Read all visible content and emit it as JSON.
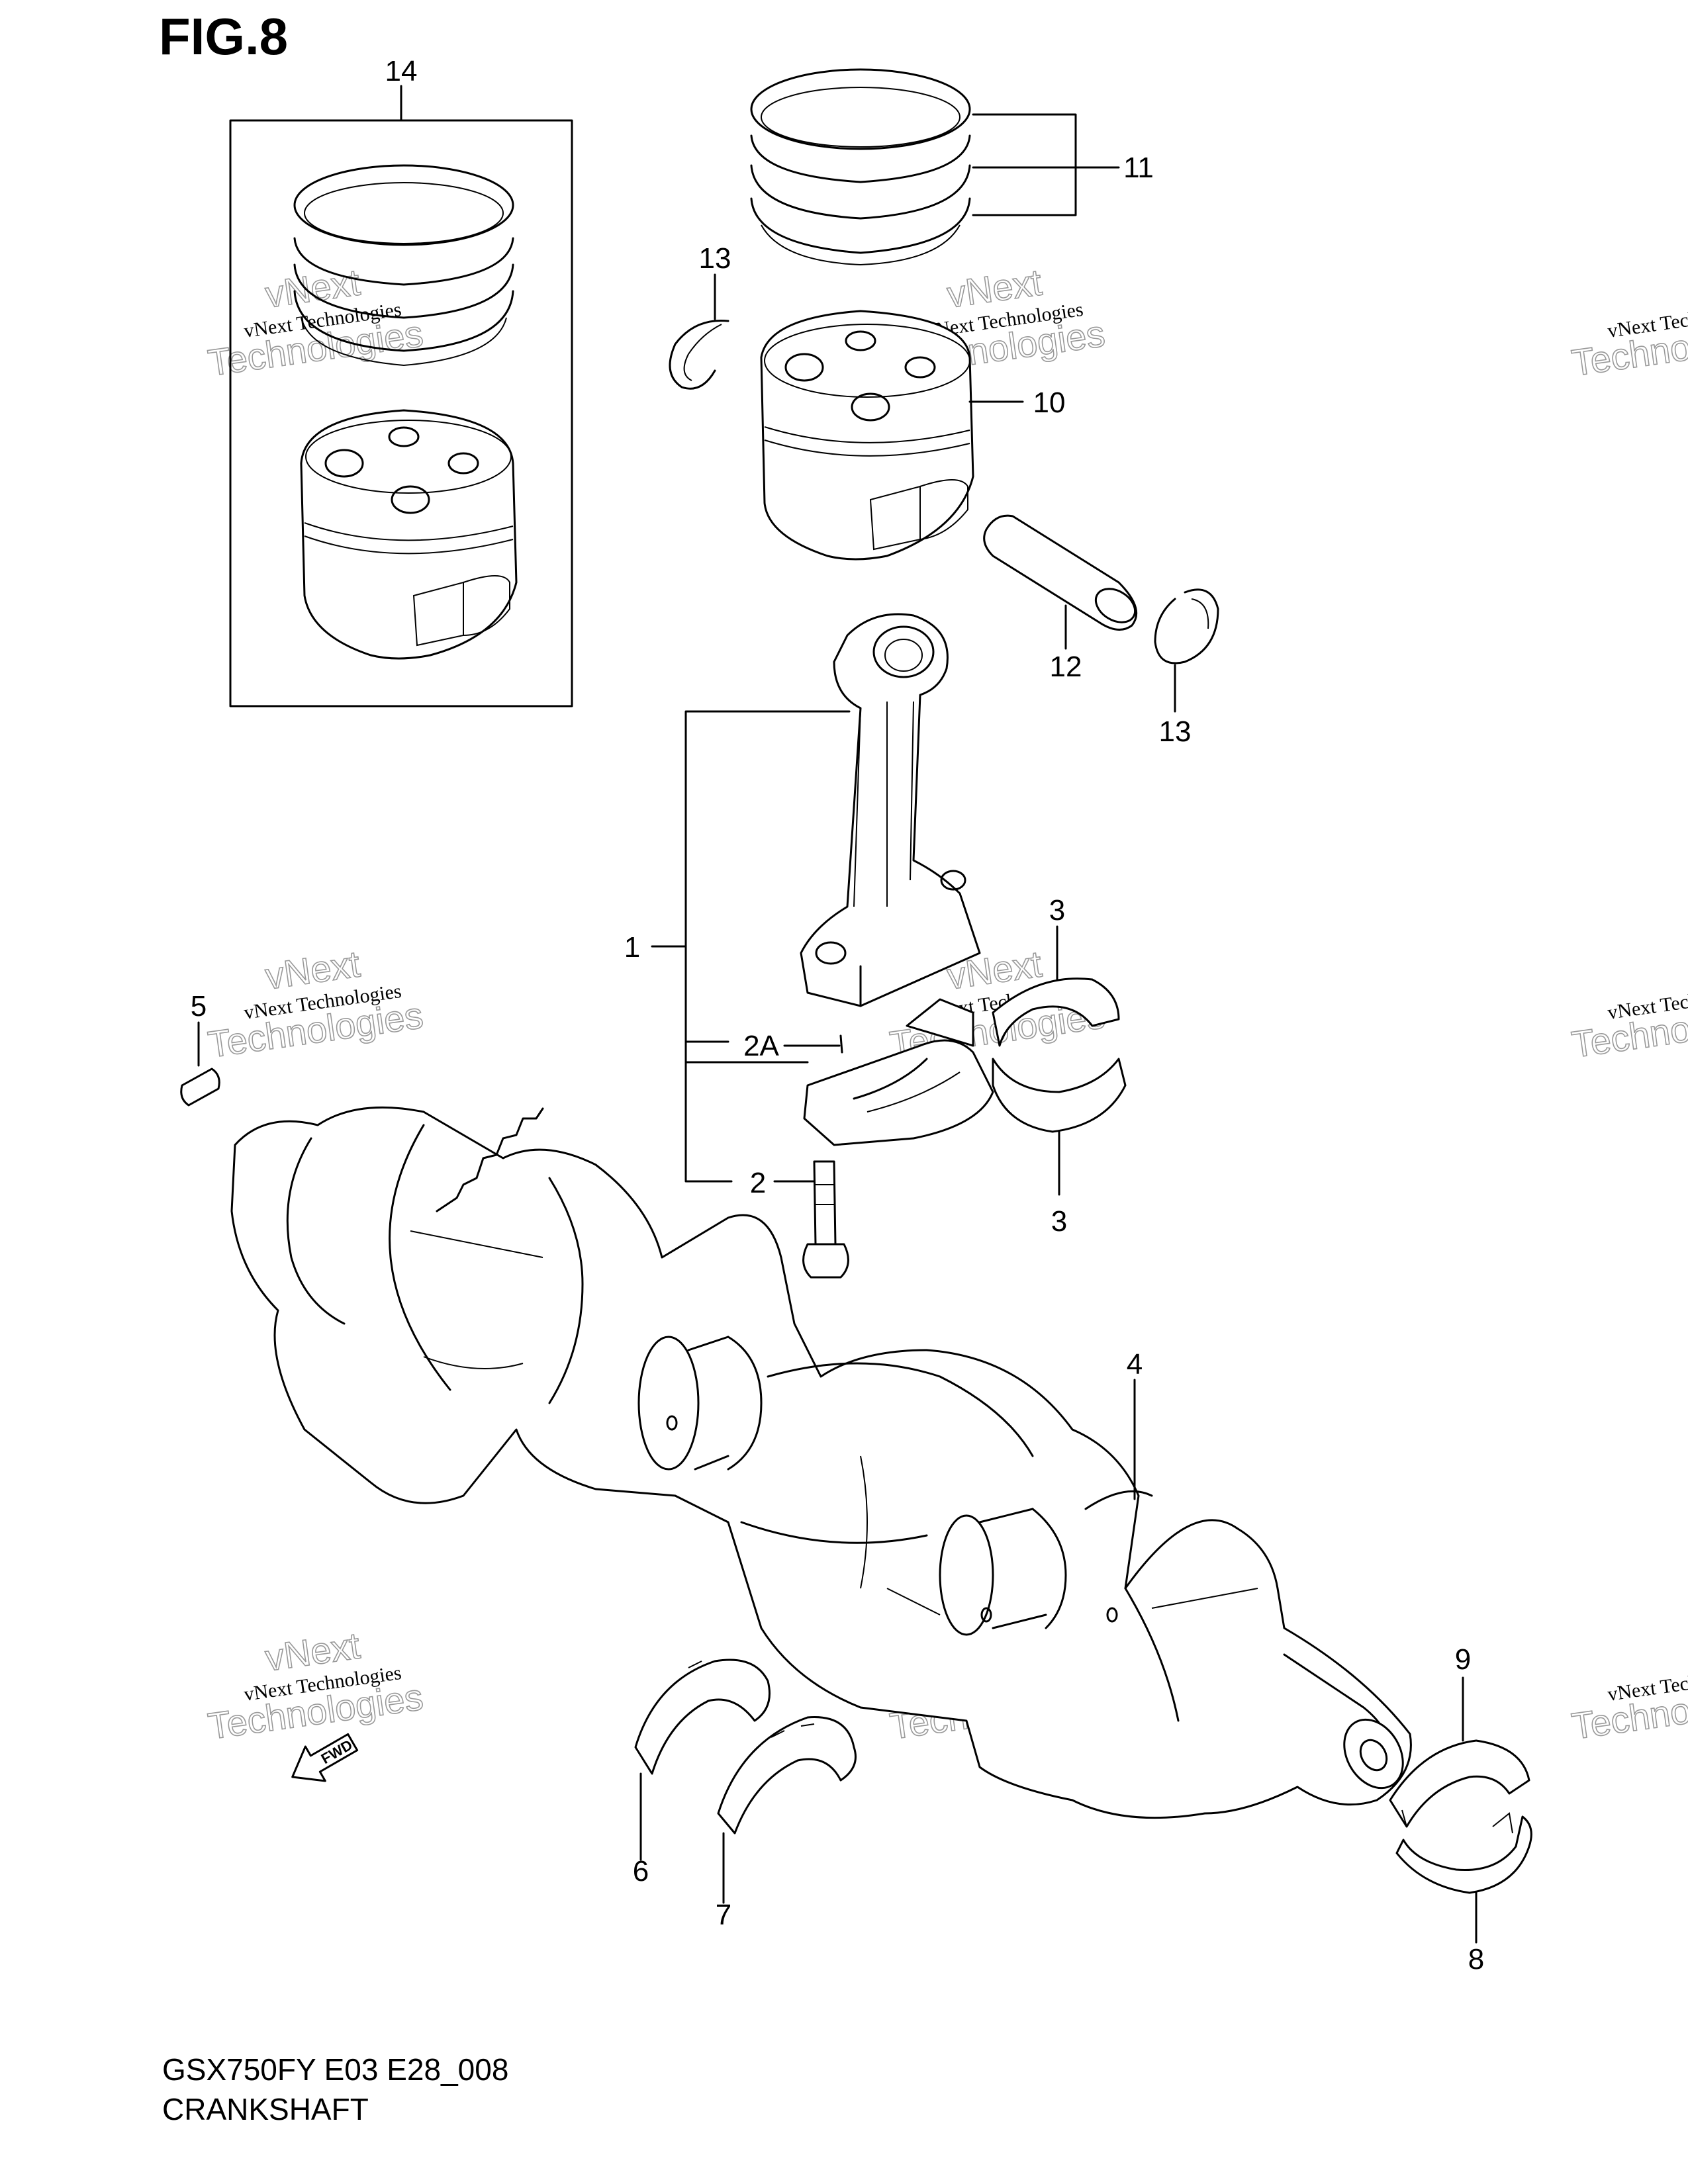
{
  "figure_label": "FIG.8",
  "footer": {
    "code": "GSX750FY E03 E28_008",
    "name": "CRANKSHAFT"
  },
  "fwd_label": "FWD",
  "watermark": {
    "line1": "vNext Technologies",
    "line2": "vNext",
    "line3": "Technologies"
  },
  "callouts": {
    "c1": "1",
    "c2": "2",
    "c2a": "2A",
    "c3a": "3",
    "c3b": "3",
    "c4": "4",
    "c5": "5",
    "c6": "6",
    "c7": "7",
    "c8": "8",
    "c9": "9",
    "c10": "10",
    "c11": "11",
    "c12": "12",
    "c13a": "13",
    "c13b": "13",
    "c14": "14"
  }
}
